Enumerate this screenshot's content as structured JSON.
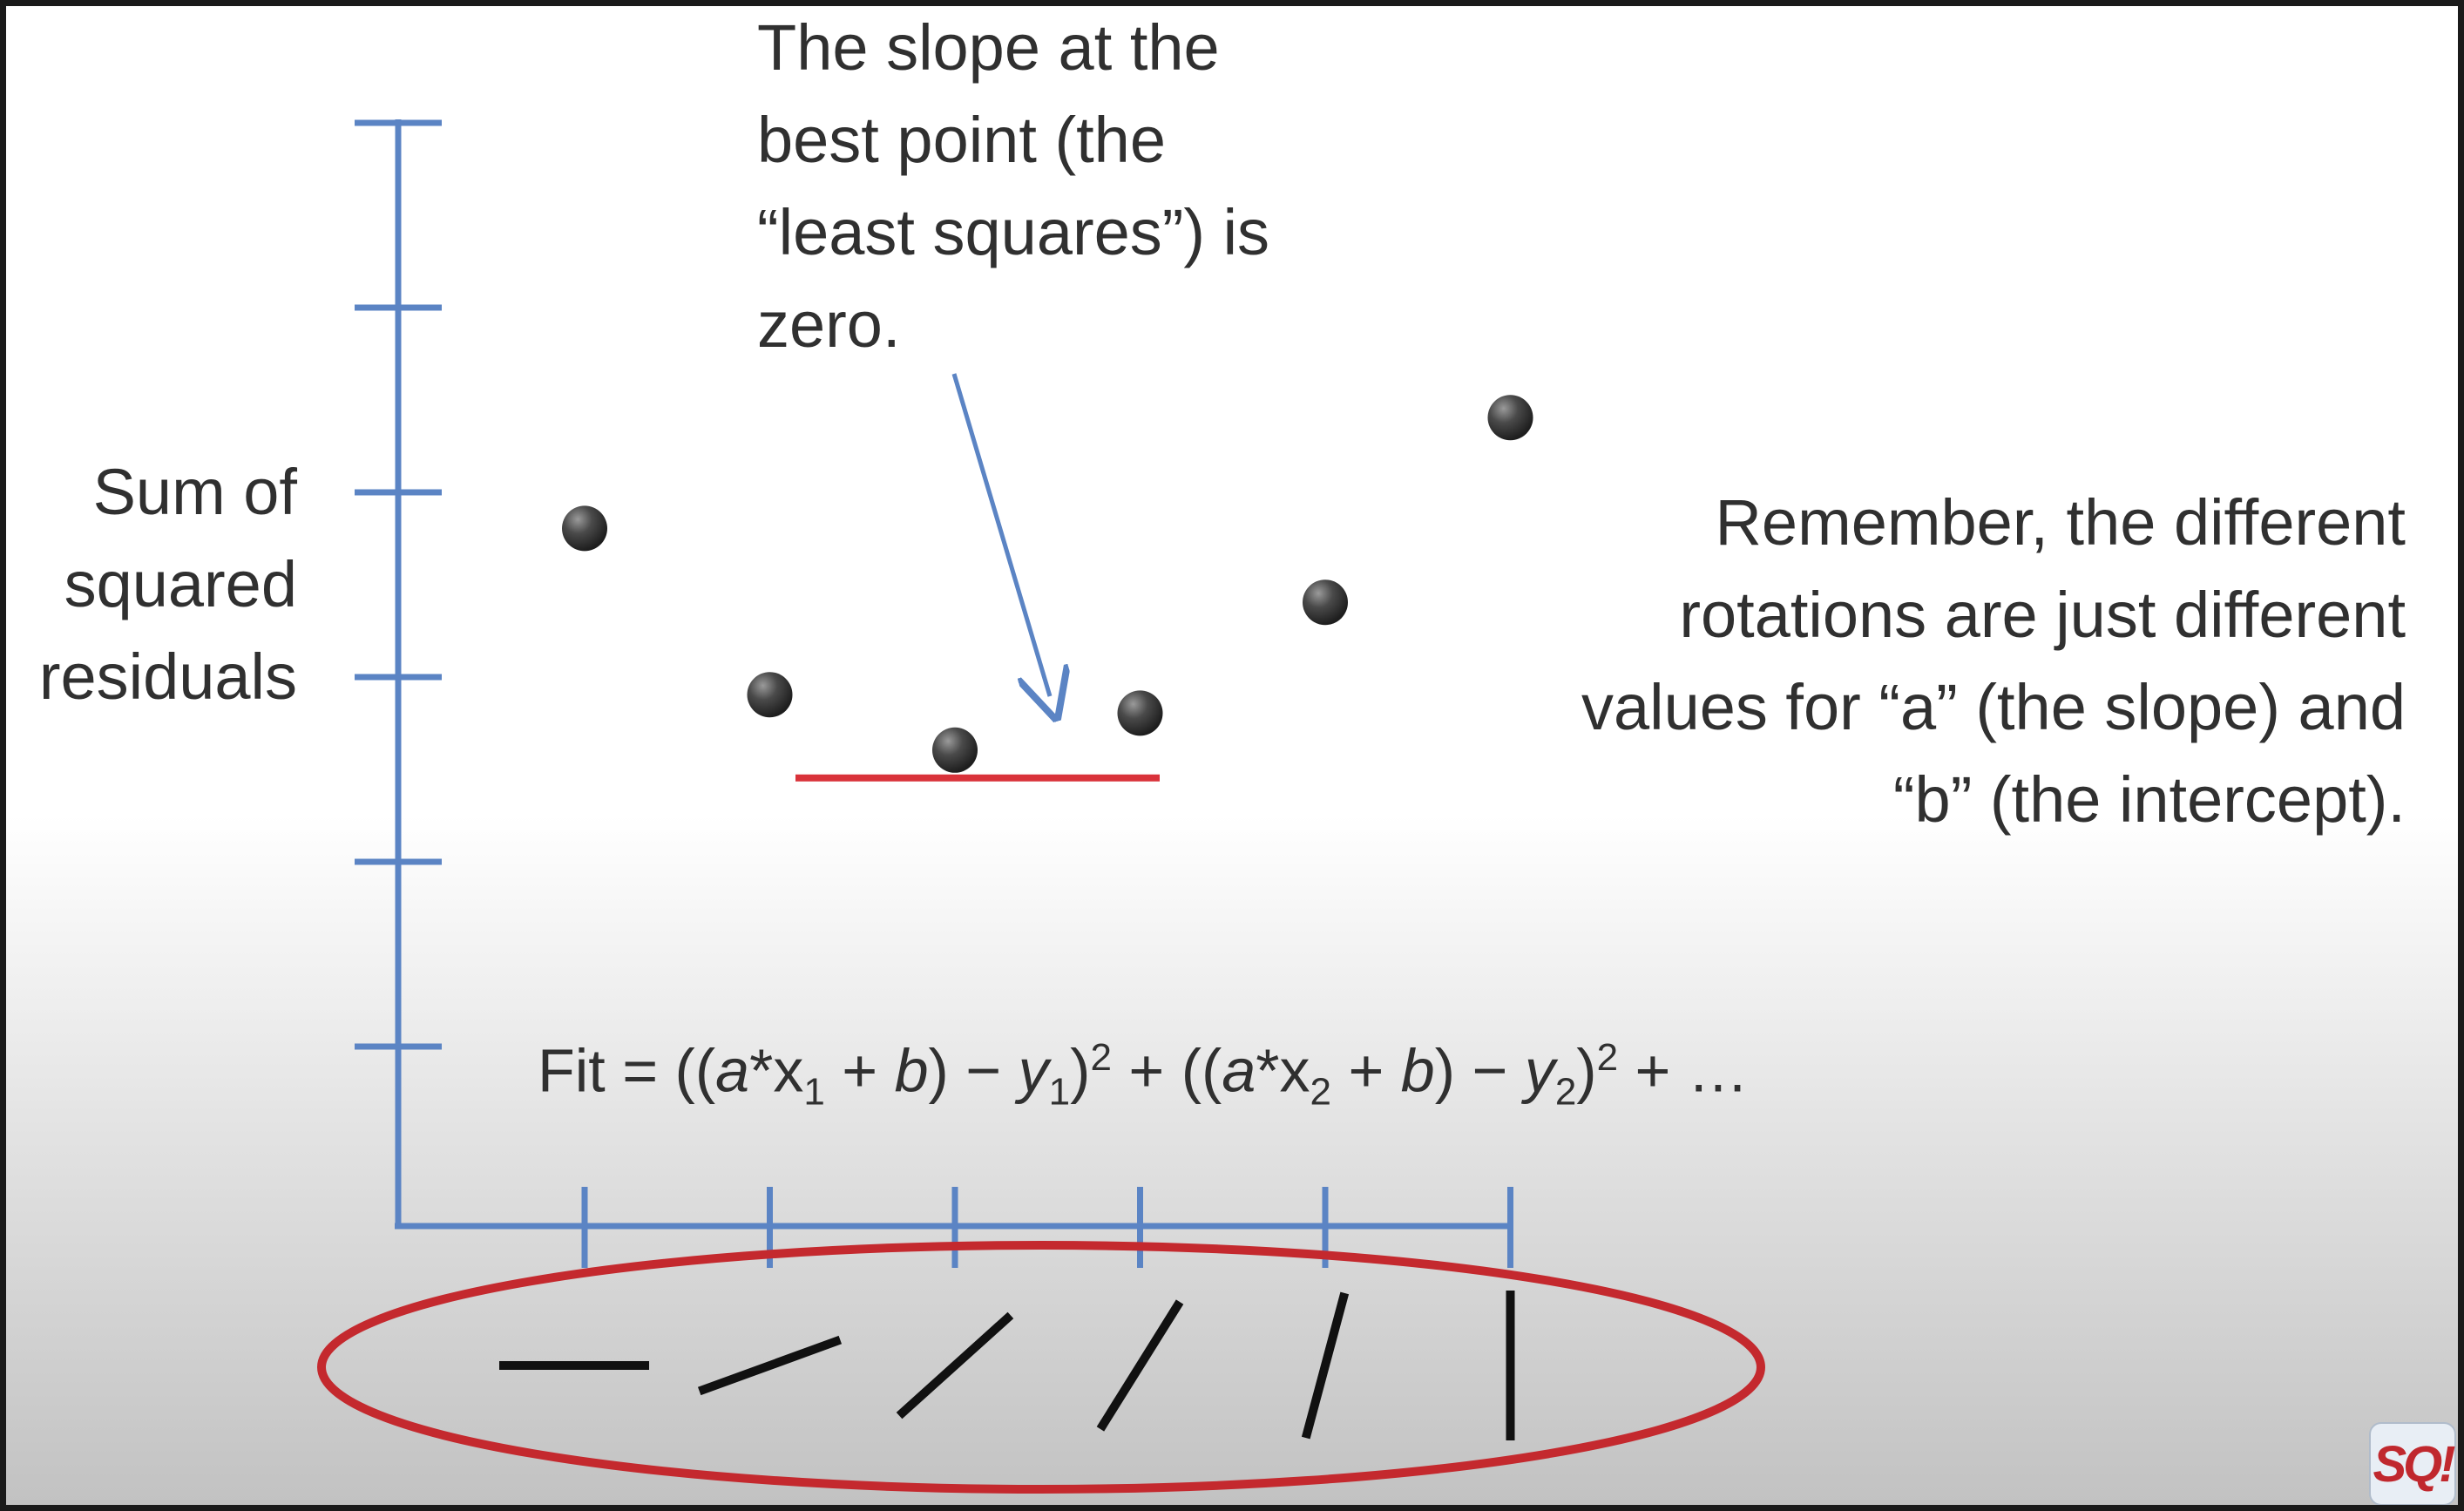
{
  "ylabel": [
    "Sum of",
    "squared",
    "residuals"
  ],
  "annotation": [
    "The slope at the",
    "best point (the",
    "“least squares”) is",
    "zero."
  ],
  "remember": [
    "Remember, the different",
    "rotations are just different",
    "values for “a” (the slope) and",
    "“b” (the intercept)."
  ],
  "formula": {
    "fit": "Fit = ((",
    "a": "a",
    "star_x": "*x",
    "sub1": "1",
    "plus": " + ",
    "b": "b",
    "minus": ") − ",
    "y": "y",
    "close": ")",
    "sup": "2",
    "sub2": "2",
    "ellipsis": " + …"
  },
  "logo_text": "SQ!",
  "colors": {
    "axis": "#5b84c4",
    "point": "#3a3a3a",
    "tangent": "#d9323a",
    "ellipse": "#c4292e",
    "arrow": "#5b84c4",
    "rotation_lines": "#111111"
  },
  "chart_data": {
    "type": "scatter",
    "ylabel": "Sum of squared residuals",
    "y_ticks": 6,
    "x_ticks": 6,
    "x": [
      1,
      2,
      3,
      4,
      5,
      6
    ],
    "y": [
      4.0,
      3.1,
      2.8,
      3.0,
      3.6,
      4.6
    ],
    "rotation_angles_deg": [
      0,
      20,
      42,
      58,
      75,
      90
    ],
    "tangent_at_x": 3
  }
}
